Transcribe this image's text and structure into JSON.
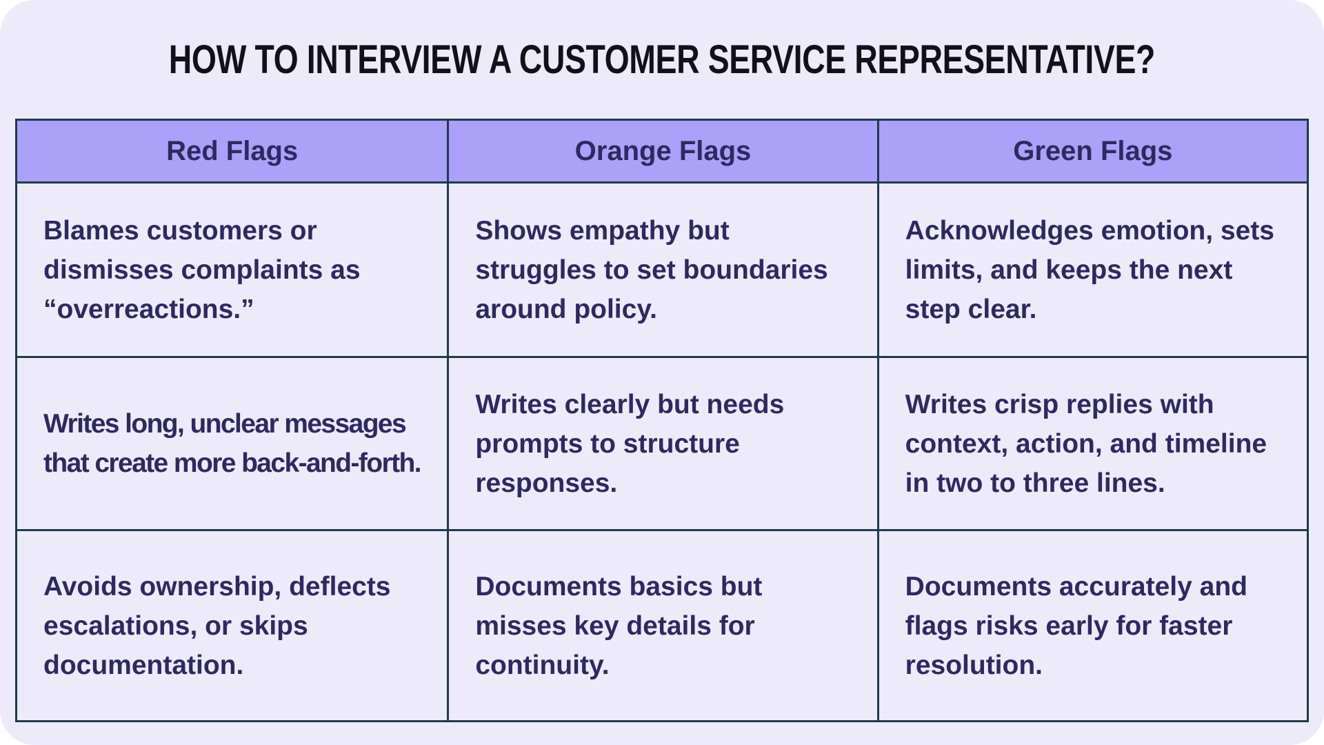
{
  "title": "HOW TO INTERVIEW A CUSTOMER SERVICE REPRESENTATIVE?",
  "table": {
    "headers": [
      "Red Flags",
      "Orange Flags",
      "Green Flags"
    ],
    "rows": [
      [
        "Blames customers or dismisses complaints as “overreactions.”",
        "Shows empathy but struggles to set boundaries around policy.",
        "Acknowledges emotion, sets limits, and keeps the next step clear."
      ],
      [
        "Writes long, unclear messages that create more back-and-forth.",
        "Writes clearly but needs prompts to structure responses.",
        "Writes crisp replies with context, action, and timeline in two to three lines."
      ],
      [
        "Avoids ownership, deflects escalations, or skips documentation.",
        "Documents basics but misses key details for continuity.",
        "Documents accurately and flags risks early for faster resolution."
      ]
    ]
  },
  "colors": {
    "canvas_bg": "#EDEBFA",
    "header_bg": "#ABA1F8",
    "border": "#1F3A4D",
    "text": "#2E2960",
    "title_text": "#121019"
  }
}
